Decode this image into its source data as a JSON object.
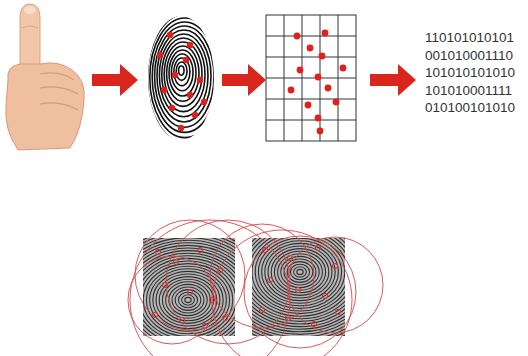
{
  "diagram": {
    "labels": [
      "110101010101",
      "001010001110",
      "101010101010",
      "101010001111",
      "010100101010"
    ]
  }
}
